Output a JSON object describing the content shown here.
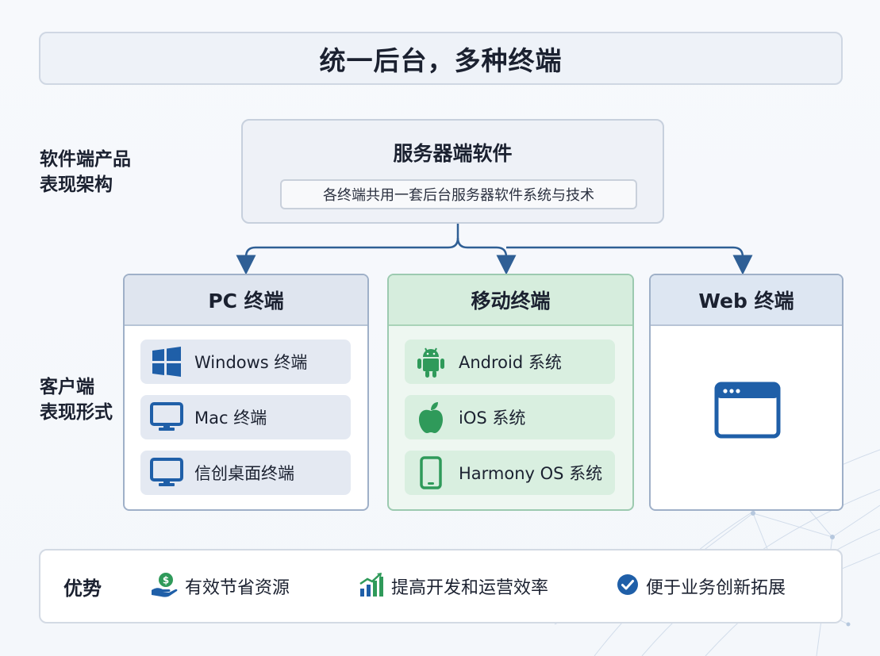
{
  "title": "统一后台，多种终端",
  "side_labels": {
    "software": [
      "软件端产品",
      "表现架构"
    ],
    "client": [
      "客户端",
      "表现形式"
    ]
  },
  "server": {
    "title": "服务器端软件",
    "subtitle": "各终端共用一套后台服务器软件系统与技术"
  },
  "terminals": {
    "pc": {
      "title": "PC 终端",
      "items": [
        {
          "label": "Windows 终端",
          "icon": "windows-icon"
        },
        {
          "label": "Mac 终端",
          "icon": "monitor-icon"
        },
        {
          "label": "信创桌面终端",
          "icon": "monitor-icon"
        }
      ]
    },
    "mobile": {
      "title": "移动终端",
      "items": [
        {
          "label": "Android 系统",
          "icon": "android-icon"
        },
        {
          "label": "iOS 系统",
          "icon": "apple-icon"
        },
        {
          "label": "Harmony OS 系统",
          "icon": "phone-icon"
        }
      ]
    },
    "web": {
      "title": "Web 终端",
      "icon": "browser-window-icon"
    }
  },
  "advantages": {
    "title": "优势",
    "items": [
      {
        "label": "有效节省资源",
        "icon": "money-hand-icon"
      },
      {
        "label": "提高开发和运营效率",
        "icon": "growth-chart-icon"
      },
      {
        "label": "便于业务创新拓展",
        "icon": "check-circle-icon"
      }
    ]
  },
  "colors": {
    "pc_accent": "#1f5fa8",
    "mobile_accent": "#2f9a5a",
    "web_accent": "#1f5fa8",
    "connector": "#2f5f95"
  }
}
